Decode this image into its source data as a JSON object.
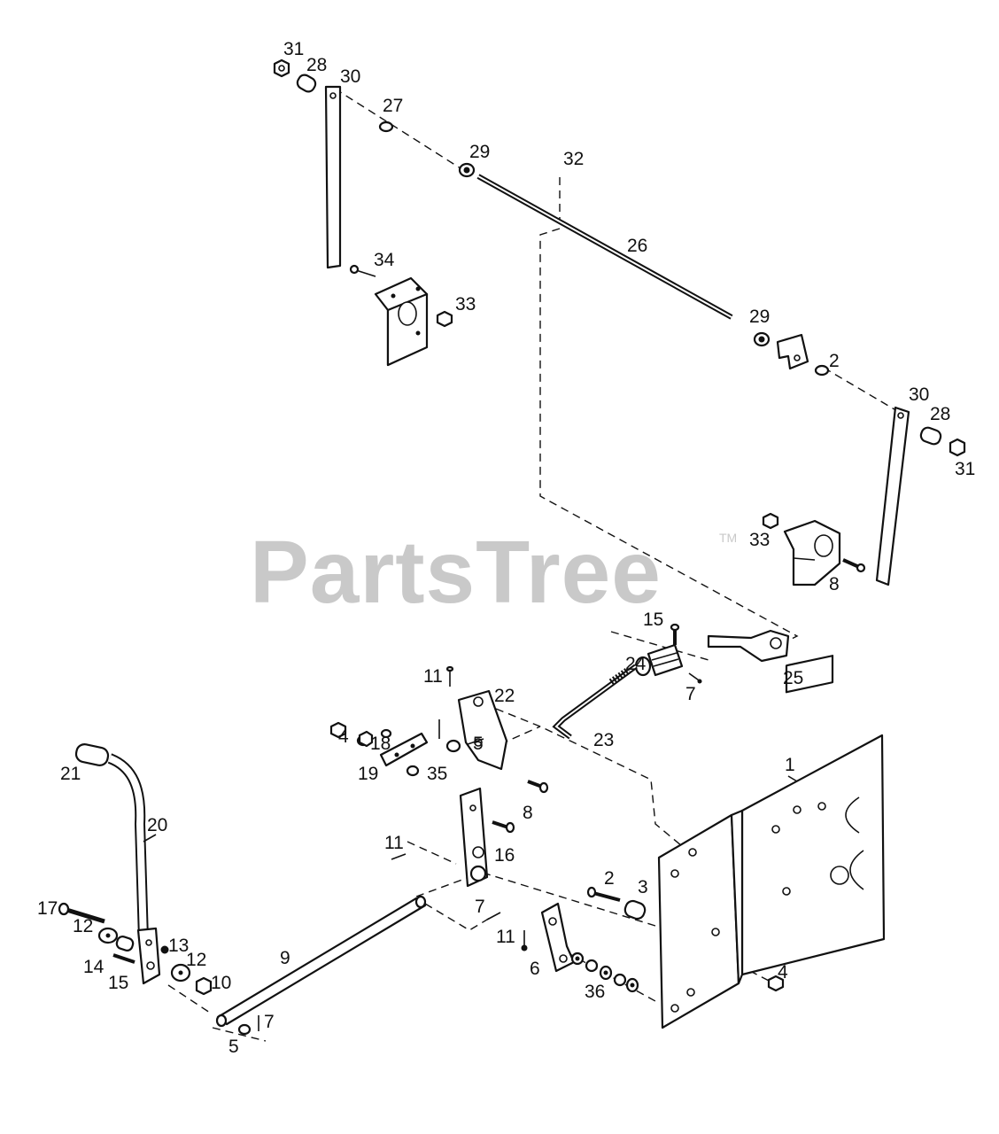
{
  "watermark": {
    "text": "PartsTree",
    "trademark": "TM"
  },
  "callouts": [
    {
      "id": "c31a",
      "label": "31"
    },
    {
      "id": "c28a",
      "label": "28"
    },
    {
      "id": "c30a",
      "label": "30"
    },
    {
      "id": "c27",
      "label": "27"
    },
    {
      "id": "c29a",
      "label": "29"
    },
    {
      "id": "c32",
      "label": "32"
    },
    {
      "id": "c26",
      "label": "26"
    },
    {
      "id": "c34",
      "label": "34"
    },
    {
      "id": "c33a",
      "label": "33"
    },
    {
      "id": "c29b",
      "label": "29"
    },
    {
      "id": "c2a",
      "label": "2"
    },
    {
      "id": "c30b",
      "label": "30"
    },
    {
      "id": "c28b",
      "label": "28"
    },
    {
      "id": "c31b",
      "label": "31"
    },
    {
      "id": "c33b",
      "label": "33"
    },
    {
      "id": "c8a",
      "label": "8"
    },
    {
      "id": "c15a",
      "label": "15"
    },
    {
      "id": "c24",
      "label": "24"
    },
    {
      "id": "c25",
      "label": "25"
    },
    {
      "id": "c7a",
      "label": "7"
    },
    {
      "id": "c11a",
      "label": "11"
    },
    {
      "id": "c22",
      "label": "22"
    },
    {
      "id": "c4a",
      "label": "4"
    },
    {
      "id": "c18",
      "label": "18"
    },
    {
      "id": "c5a",
      "label": "5"
    },
    {
      "id": "c23",
      "label": "23"
    },
    {
      "id": "c19",
      "label": "19"
    },
    {
      "id": "c35",
      "label": "35"
    },
    {
      "id": "c1",
      "label": "1"
    },
    {
      "id": "c21",
      "label": "21"
    },
    {
      "id": "c20",
      "label": "20"
    },
    {
      "id": "c8b",
      "label": "8"
    },
    {
      "id": "c11b",
      "label": "11"
    },
    {
      "id": "c16",
      "label": "16"
    },
    {
      "id": "c2b",
      "label": "2"
    },
    {
      "id": "c3",
      "label": "3"
    },
    {
      "id": "c7b",
      "label": "7"
    },
    {
      "id": "c17",
      "label": "17"
    },
    {
      "id": "c12a",
      "label": "12"
    },
    {
      "id": "c13",
      "label": "13"
    },
    {
      "id": "c14",
      "label": "14"
    },
    {
      "id": "c12b",
      "label": "12"
    },
    {
      "id": "c15b",
      "label": "15"
    },
    {
      "id": "c10",
      "label": "10"
    },
    {
      "id": "c9",
      "label": "9"
    },
    {
      "id": "c11c",
      "label": "11"
    },
    {
      "id": "c6",
      "label": "6"
    },
    {
      "id": "c36",
      "label": "36"
    },
    {
      "id": "c4b",
      "label": "4"
    },
    {
      "id": "c7c",
      "label": "7"
    },
    {
      "id": "c5b",
      "label": "5"
    }
  ]
}
